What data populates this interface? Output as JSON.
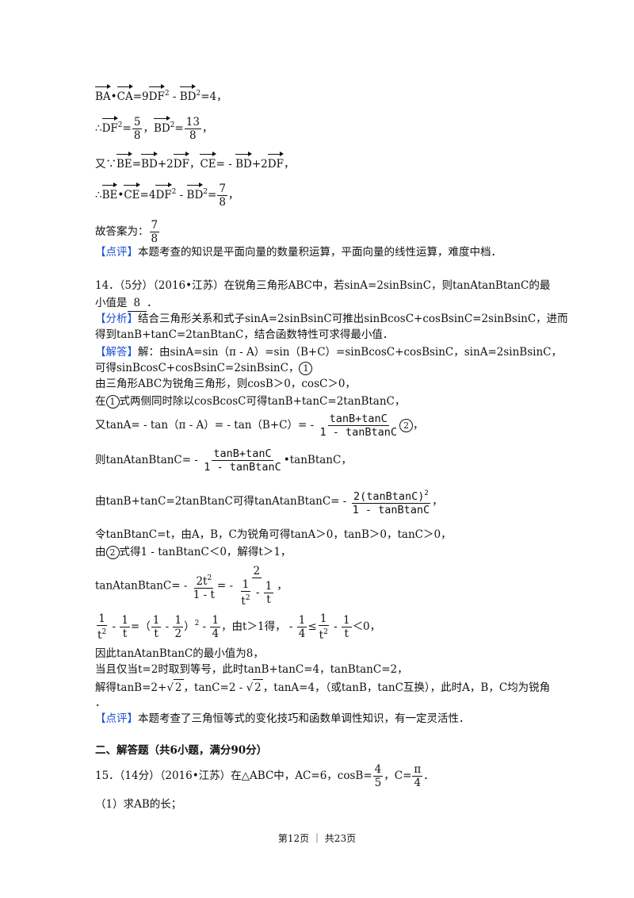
{
  "p12_top": {
    "eq1": {
      "a": "BA",
      "dot": "•",
      "b": "CA",
      "eq": "=9",
      "c": "DF",
      "pow": "2",
      "minus": " - ",
      "d": "BD",
      "rest": "=4，"
    },
    "eq2": {
      "pre": "∴",
      "a": "DF",
      "pow": "2",
      "eq": "=",
      "n1": "5",
      "d1": "8",
      "mid": "，",
      "b": "BD",
      "pow2": "2",
      "eq2": "=",
      "n2": "13",
      "d2": "8",
      "end": "，"
    },
    "eq3": {
      "pre": "又∵",
      "a": "BE",
      "eq1": "=",
      "b": "BD",
      "plus": "+2",
      "c": "DF",
      "mid": "，",
      "d": "CE",
      "eq2": "= - ",
      "e": "BD",
      "plus2": "+2",
      "f": "DF",
      "end": "，"
    },
    "eq4": {
      "pre": "∴",
      "a": "BE",
      "dot": "•",
      "b": "CE",
      "eq": "=4",
      "c": "DF",
      "pow": "2",
      "minus": " - ",
      "d": "BD",
      "pow2": "2",
      "eq2": "=",
      "n": "7",
      "den": "8",
      "end": "，"
    },
    "answer": {
      "label": "故答案为：",
      "n": "7",
      "d": "8"
    },
    "review": {
      "tag": "【点评】",
      "text": "本题考查的知识是平面向量的数量积运算，平面向量的线性运算，难度中档．"
    }
  },
  "q14": {
    "head": "14．（5分）（2016•江苏）在锐角三角形ABC中，若sinA=2sinBsinC，则tanAtanBtanC的最",
    "head2_pre": "小值是",
    "answer": "8",
    "head2_post": "．",
    "analysis_tag": "【分析】",
    "analysis1": "结合三角形关系和式子sinA=2sinBsinC可推出sinBcosC+cosBsinC=2sinBsinC，进而",
    "analysis2": "得到tanB+tanC=2tanBtanC，结合函数特性可求得最小值．",
    "solution_tag": "【解答】",
    "s1": "解：由sinA=sin（π - A）=sin（B+C）=sinBcosC+cosBsinC，sinA=2sinBsinC，",
    "s2": "可得sinBcosC+cosBsinC=2sinBsinC，",
    "c1": "1",
    "s3": "由三角形ABC为锐角三角形，则cosB＞0，cosC＞0，",
    "s4_a": "在",
    "s4_b": "式两侧同时除以cosBcosC可得tanB+tanC=2tanBtanC，",
    "s5_pre": "又tanA= - tan（π - A）= - tan（B+C）= - ",
    "s5_num": "tanB+tanC",
    "s5_den": "1 - tanBtanC",
    "c2": "2",
    "s5_post": "，",
    "s6_pre": "则tanAtanBtanC= - ",
    "s6_num": "tanB+tanC",
    "s6_den": "1 - tanBtanC",
    "s6_post": "•tanBtanC，",
    "s7_pre": "由tanB+tanC=2tanBtanC可得tanAtanBtanC= - ",
    "s7_num": "2(tanBtanC)",
    "s7_pow": "2",
    "s7_den": "1 - tanBtanC",
    "s7_post": "，",
    "s8": "令tanBtanC=t，由A，B，C为锐角可得tanA＞0，tanB＞0，tanC＞0，",
    "s9_a": "由",
    "s9_b": "式得1 - tanBtanC＜0，解得t＞1，",
    "s10_pre": "tanAtanBtanC= - ",
    "s10_n1": "2t",
    "s10_n1pow": "2",
    "s10_d1": "1 - t",
    "s10_mid": "= - ",
    "s10_n2": "2",
    "s10_post": "，",
    "s11_mid": "，由t＞1得，",
    "s11_post": "＜0，",
    "s12": "因此tanAtanBtanC的最小值为8，",
    "s13": "当且仅当t=2时取到等号，此时tanB+tanC=4，tanBtanC=2，",
    "s14_a": "解得tanB=2+",
    "s14_r1": "2",
    "s14_b": "，tanC=2 - ",
    "s14_r2": "2",
    "s14_c": "，tanA=4，（或tanB，tanC互换），此时A，B，C均为锐角",
    "s15": "．",
    "review_tag": "【点评】",
    "review": "本题考查了三角恒等式的变化技巧和函数单调性知识，有一定灵活性．"
  },
  "section2": {
    "title": "二、解答题（共6小题，满分90分）"
  },
  "q15": {
    "head_pre": "15．（14分）（2016•江苏）在△ABC中，AC=6，cosB=",
    "n1": "4",
    "d1": "5",
    "mid": "，C=",
    "n2": "π",
    "d2": "4",
    "end": "．",
    "part1": "（1）求AB的长；"
  },
  "footer": {
    "text": "第12页 ｜ 共23页"
  }
}
